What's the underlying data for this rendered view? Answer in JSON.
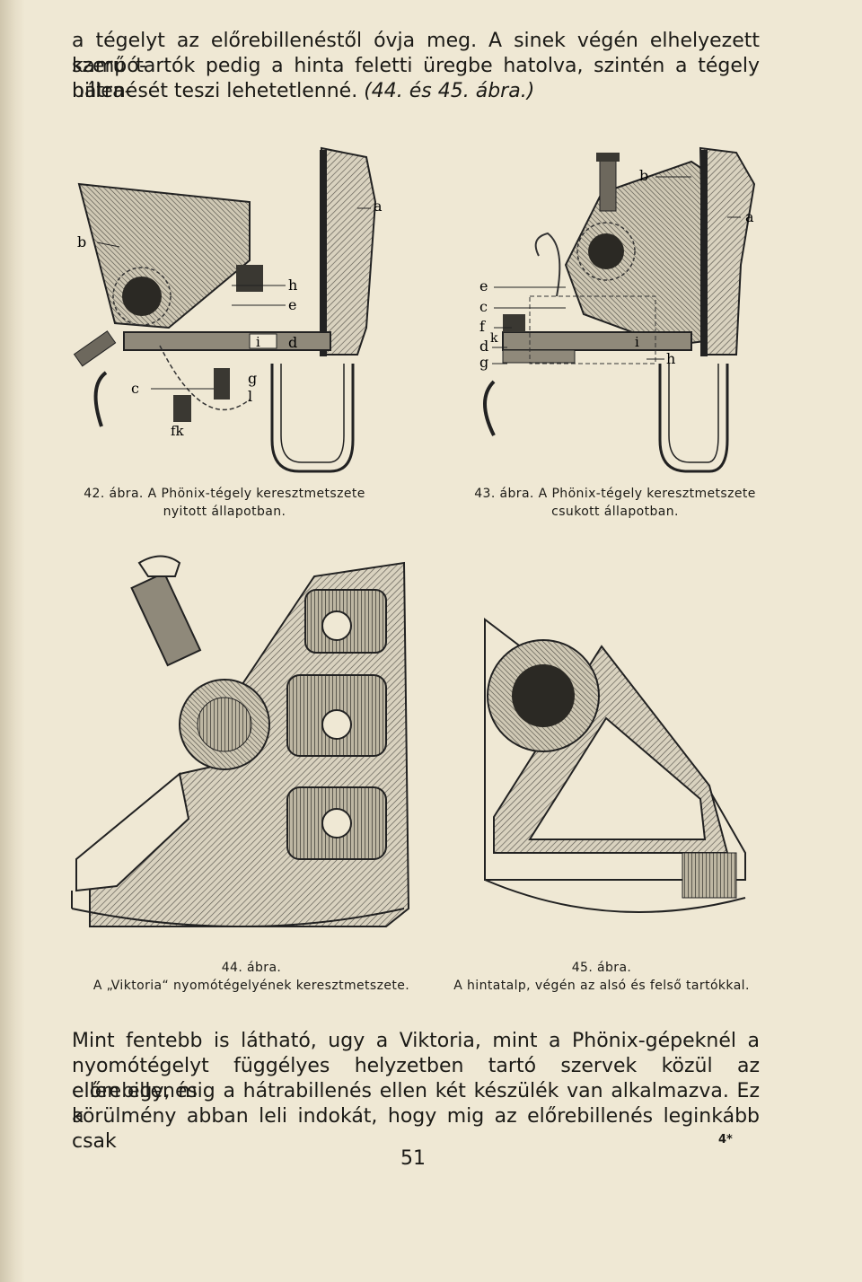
{
  "intro": {
    "lines": [
      "a tégelyt az előrebillenéstől óvja meg. A sinek végén elhelyezett kampó-",
      "szerű tartók pedig a hinta feletti üregbe hatolva, szintén a tégely hátra-",
      "billenését teszi lehetetlenné."
    ],
    "ref": "(44. és 45. ábra.)"
  },
  "figures": [
    {
      "num": "42. ábra.",
      "caption": "A Phönix-tégely keresztmetszete",
      "caption2": "nyitott állapotban.",
      "labels": {
        "b": "b",
        "a": "a",
        "h": "h",
        "e": "e",
        "i": "i",
        "d": "d",
        "g": "g",
        "l": "l",
        "c": "c",
        "fk": "fk"
      }
    },
    {
      "num": "43. ábra.",
      "caption": "A Phönix-tégely keresztmetszete",
      "caption2": "csukott állapotban.",
      "labels": {
        "b": "b",
        "a": "a",
        "e": "e",
        "c": "c",
        "f": "f",
        "k": "k",
        "d": "d",
        "g": "g",
        "i": "i",
        "h": "h"
      }
    },
    {
      "num": "44. ábra.",
      "caption": "A „Viktoria“ nyomótégelyének keresztmetszete."
    },
    {
      "num": "45. ábra.",
      "caption": "A hintatalp, végén az alsó és felső tartókkal."
    }
  ],
  "body": {
    "lines": [
      "Mint fentebb is látható, ugy a Viktoria, mint a Phönix-gépeknél a",
      "nyomótégelyt függélyes helyzetben tartó szervek közül az előrebillenés",
      "ellen egy, mig a hátrabillenés ellen két készülék van alkalmazva. Ez a",
      "körülmény abban leli indokát, hogy mig az előrebillenés leginkább csak"
    ]
  },
  "signature": "4*",
  "page_number": "51"
}
